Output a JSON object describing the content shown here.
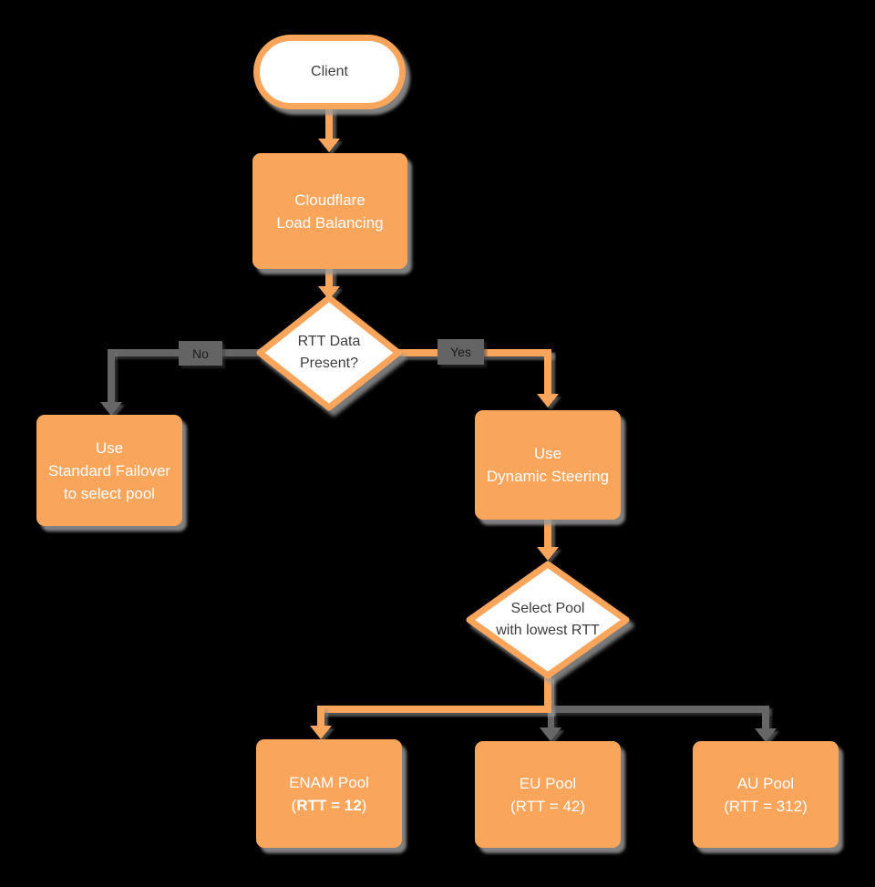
{
  "title": "Cloudflare Load Balancing flowchart",
  "colors": {
    "background": "#000000",
    "node_orange": "#f9a55c",
    "node_fill_white": "#ffffff",
    "node_text_white": "#ffffff",
    "node_text_dark": "#3d3d3d",
    "connector_gray": "#666666",
    "edge_label_bg": "#646464",
    "shadow_gray": "#989898"
  },
  "nodes": {
    "client": {
      "shape": "stadium",
      "label": "Client"
    },
    "cloudflare_lb": {
      "shape": "rect",
      "line1": "Cloudflare",
      "line2": "Load Balancing"
    },
    "rtt_decision": {
      "shape": "diamond",
      "line1": "RTT Data",
      "line2": "Present?"
    },
    "standard_failover": {
      "shape": "rect",
      "line1": "Use",
      "line2": "Standard Failover",
      "line3": "to select pool"
    },
    "dynamic_steering": {
      "shape": "rect",
      "line1": "Use",
      "line2": "Dynamic Steering"
    },
    "select_pool": {
      "shape": "diamond",
      "line1": "Select Pool",
      "line2": "with lowest RTT"
    },
    "enam_pool": {
      "shape": "rect",
      "line1": "ENAM Pool",
      "line2_prefix": "(",
      "line2_bold": "RTT = 12",
      "line2_suffix": ")"
    },
    "eu_pool": {
      "shape": "rect",
      "line1": "EU Pool",
      "line2": "(RTT = 42)"
    },
    "au_pool": {
      "shape": "rect",
      "line1": "AU Pool",
      "line2": "(RTT = 312)"
    }
  },
  "edges": {
    "no_label": "No",
    "yes_label": "Yes"
  }
}
